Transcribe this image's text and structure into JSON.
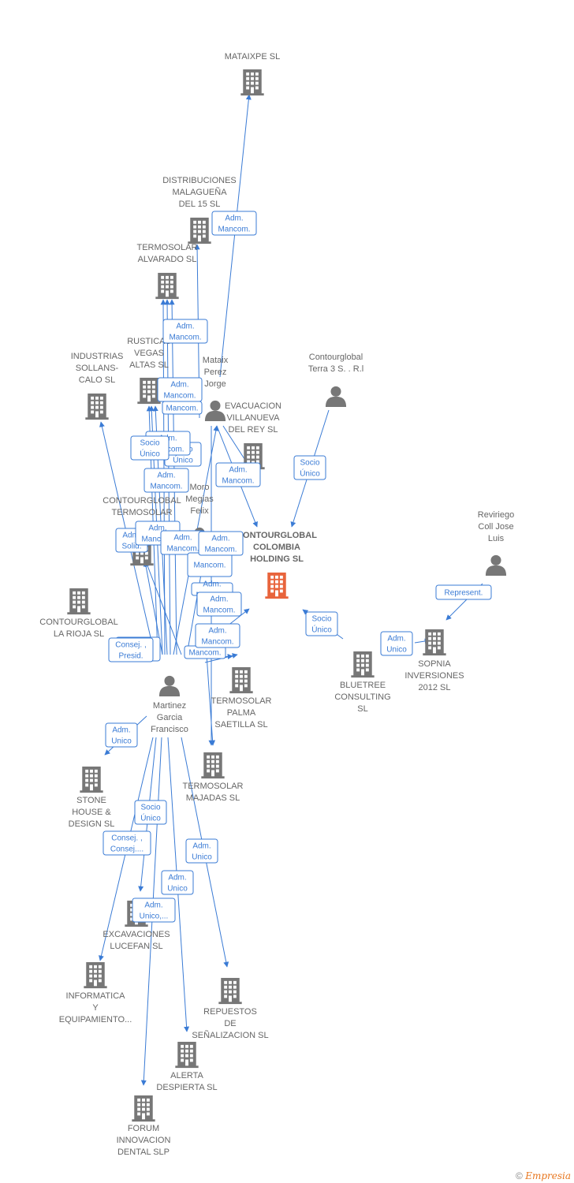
{
  "colors": {
    "edge": "#3a7bd5",
    "company": "#777777",
    "main_company": "#e8643c",
    "person": "#777777"
  },
  "nodes": [
    {
      "id": "mataixpe",
      "type": "company",
      "lines": [
        "MATAIXPE SL"
      ]
    },
    {
      "id": "distribuciones",
      "type": "company",
      "lines": [
        "DISTRIBUCIONES",
        "MALAGUEÑA",
        "DEL 15  SL"
      ]
    },
    {
      "id": "termosolar_alvarado",
      "type": "company",
      "lines": [
        "TERMOSOLAR",
        "ALVARADO SL"
      ]
    },
    {
      "id": "rusticas",
      "type": "company",
      "lines": [
        "RUSTICAS",
        "VEGAS",
        "ALTAS SL"
      ]
    },
    {
      "id": "industrias",
      "type": "company",
      "lines": [
        "INDUSTRIAS",
        "SOLLANS-",
        "CALO  SL"
      ]
    },
    {
      "id": "mataix",
      "type": "person",
      "lines": [
        "Mataix",
        "Perez",
        "Jorge"
      ]
    },
    {
      "id": "evacuacion",
      "type": "company",
      "lines": [
        "EVACUACION",
        "VILLANUEVA",
        "DEL REY SL"
      ]
    },
    {
      "id": "terra3",
      "type": "person",
      "lines": [
        "Contourglobal",
        "Terra 3 S. . R.l"
      ]
    },
    {
      "id": "moro",
      "type": "person",
      "lines": [
        "Moro",
        "Megias",
        "Felix"
      ]
    },
    {
      "id": "cg_termosolar",
      "type": "company",
      "lines": [
        "CONTOURGLOBAL",
        "TERMOSOLAR"
      ]
    },
    {
      "id": "main",
      "type": "main",
      "lines": [
        "CONTOURGLOBAL",
        "COLOMBIA",
        "HOLDING  SL"
      ]
    },
    {
      "id": "reviriego",
      "type": "person",
      "lines": [
        "Reviriego",
        "Coll Jose",
        "Luis"
      ]
    },
    {
      "id": "cg_rioja",
      "type": "company",
      "lines": [
        "CONTOURGLOBAL",
        "LA RIOJA SL"
      ]
    },
    {
      "id": "sopnia",
      "type": "company",
      "lines": [
        "SOPNIA",
        "INVERSIONES",
        "2012 SL"
      ]
    },
    {
      "id": "bluetree",
      "type": "company",
      "lines": [
        "BLUETREE",
        "CONSULTING",
        "SL"
      ]
    },
    {
      "id": "termosolar_palma",
      "type": "company",
      "lines": [
        "TERMOSOLAR",
        "PALMA",
        "SAETILLA SL"
      ]
    },
    {
      "id": "martinez",
      "type": "person",
      "lines": [
        "Martinez",
        "Garcia",
        "Francisco"
      ]
    },
    {
      "id": "termosolar_majadas",
      "type": "company",
      "lines": [
        "TERMOSOLAR",
        "MAJADAS SL"
      ]
    },
    {
      "id": "stone",
      "type": "company",
      "lines": [
        "STONE",
        "HOUSE &",
        "DESIGN SL"
      ]
    },
    {
      "id": "excavaciones",
      "type": "company",
      "lines": [
        "EXCAVACIONES",
        "LUCEFAN SL"
      ]
    },
    {
      "id": "informatica",
      "type": "company",
      "lines": [
        "INFORMATICA",
        "Y",
        "EQUIPAMIENTO..."
      ]
    },
    {
      "id": "repuestos",
      "type": "company",
      "lines": [
        "REPUESTOS",
        "DE",
        "SEÑALIZACION SL"
      ]
    },
    {
      "id": "alerta",
      "type": "company",
      "lines": [
        "ALERTA",
        "DESPIERTA SL"
      ]
    },
    {
      "id": "forum",
      "type": "company",
      "lines": [
        "FORUM",
        "INNOVACION",
        "DENTAL  SLP"
      ]
    }
  ],
  "edge_labels": [
    {
      "id": "e1",
      "lines": [
        "Adm.",
        "Mancom."
      ]
    },
    {
      "id": "e2",
      "lines": [
        "Adm.",
        "Mancom."
      ]
    },
    {
      "id": "e3",
      "lines": [
        "Adm.",
        "Mancom."
      ]
    },
    {
      "id": "e4",
      "lines": [
        "Mancom."
      ]
    },
    {
      "id": "e5",
      "lines": [
        "Socio",
        "Único"
      ]
    },
    {
      "id": "e6",
      "lines": [
        "Adm.",
        "Mancom."
      ]
    },
    {
      "id": "e7",
      "lines": [
        "Socio",
        "Único"
      ]
    },
    {
      "id": "e8",
      "lines": [
        "Adm.",
        "Mancom."
      ]
    },
    {
      "id": "e9",
      "lines": [
        "Adm.",
        "Mancom."
      ]
    },
    {
      "id": "e10",
      "lines": [
        "Socio",
        "Único"
      ]
    },
    {
      "id": "e11",
      "lines": [
        "Adm.",
        "Solid."
      ]
    },
    {
      "id": "e12",
      "lines": [
        "Adm.",
        "Mancom."
      ]
    },
    {
      "id": "e13",
      "lines": [
        "Adm.",
        "Mancom."
      ]
    },
    {
      "id": "e14",
      "lines": [
        "Consej. ,",
        "Presid."
      ]
    },
    {
      "id": "e15",
      "lines": [
        "Mancom."
      ]
    },
    {
      "id": "e16",
      "lines": [
        "Adm.",
        "Mancom."
      ]
    },
    {
      "id": "e17",
      "lines": [
        "Represent."
      ]
    },
    {
      "id": "e18",
      "lines": [
        "Adm.",
        "Mancom."
      ]
    },
    {
      "id": "e19",
      "lines": [
        "Socio",
        "Único"
      ]
    },
    {
      "id": "e20",
      "lines": [
        "Adm.",
        "Unico"
      ]
    },
    {
      "id": "e21",
      "lines": [
        "Consej. ,",
        "Presid."
      ]
    },
    {
      "id": "e22",
      "lines": [
        "Adm.",
        "Mancom."
      ]
    },
    {
      "id": "e23",
      "lines": [
        "Mancom."
      ]
    },
    {
      "id": "e24",
      "lines": [
        "Adm.",
        "Unico"
      ]
    },
    {
      "id": "e25",
      "lines": [
        "Adm.",
        "Mancom."
      ]
    },
    {
      "id": "e26",
      "lines": [
        "Socio",
        "Único"
      ]
    },
    {
      "id": "e27",
      "lines": [
        "Consej. ,",
        "Consej...."
      ]
    },
    {
      "id": "e28",
      "lines": [
        "Adm.",
        "Unico"
      ]
    },
    {
      "id": "e29",
      "lines": [
        "Adm.",
        "Unico"
      ]
    },
    {
      "id": "e30",
      "lines": [
        "Adm.",
        "Unico,..."
      ]
    }
  ],
  "footer": {
    "copyright": "©",
    "brand": "Empresia"
  }
}
